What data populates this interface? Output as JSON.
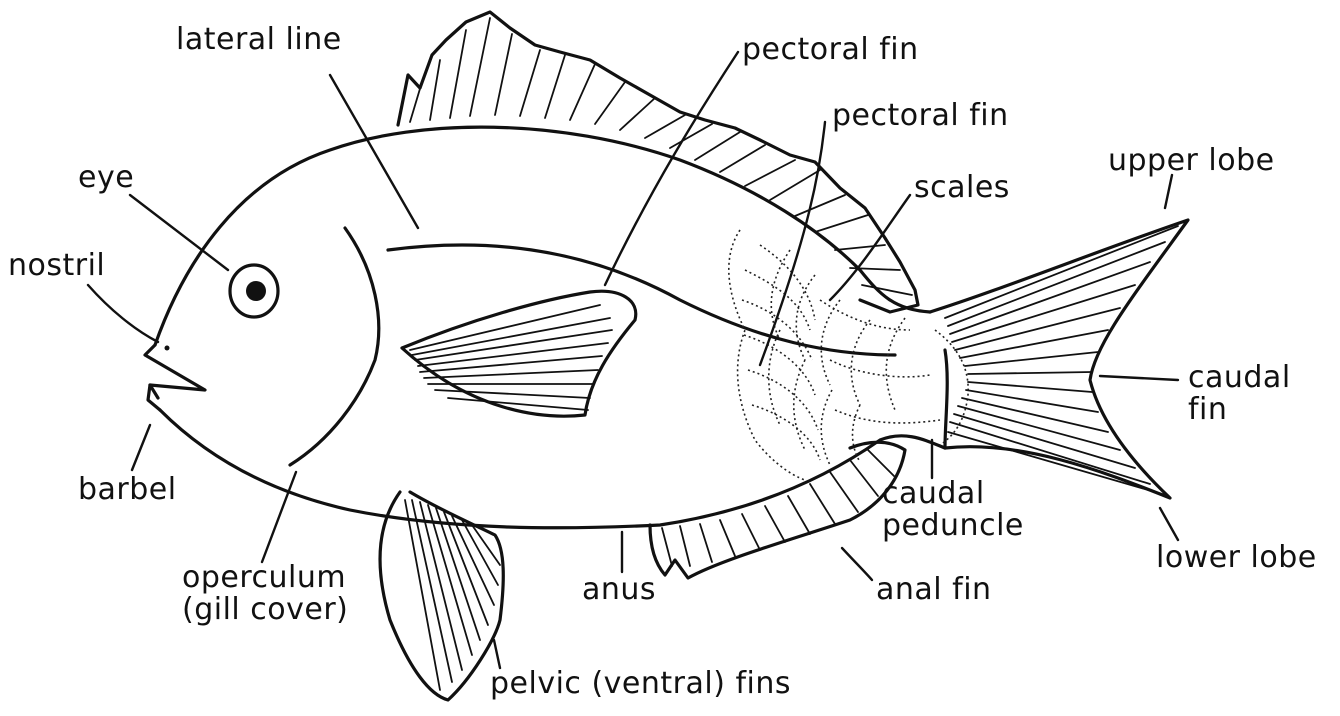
{
  "labels": {
    "lateral_line": "lateral line",
    "pectoral_fin_1": "pectoral fin",
    "pectoral_fin_2": "pectoral fin",
    "upper_lobe": "upper lobe",
    "eye": "eye",
    "scales": "scales",
    "nostril": "nostril",
    "caudal_fin": "caudal\nfin",
    "barbel": "barbel",
    "caudal_peduncle": "caudal\npeduncle",
    "lower_lobe": "lower lobe",
    "operculum": "operculum\n(gill cover)",
    "anus": "anus",
    "anal_fin": "anal fin",
    "pelvic_fins": "pelvic (ventral) fins"
  }
}
